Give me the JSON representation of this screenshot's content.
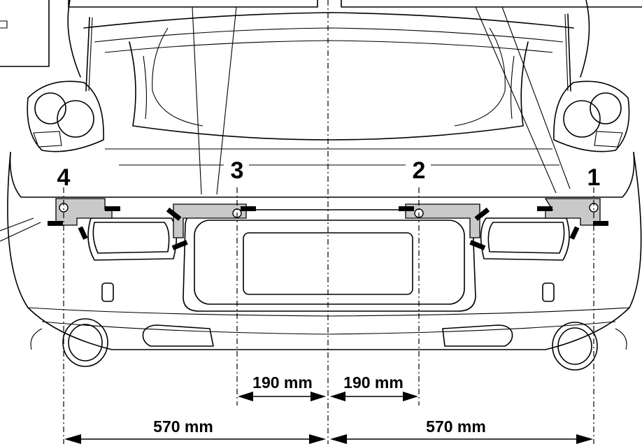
{
  "sensors": [
    {
      "number": "4"
    },
    {
      "number": "3"
    },
    {
      "number": "2"
    },
    {
      "number": "1"
    }
  ],
  "dimensions": {
    "inner_left": "190 mm",
    "inner_right": "190 mm",
    "outer_left": "570 mm",
    "outer_right": "570 mm"
  }
}
